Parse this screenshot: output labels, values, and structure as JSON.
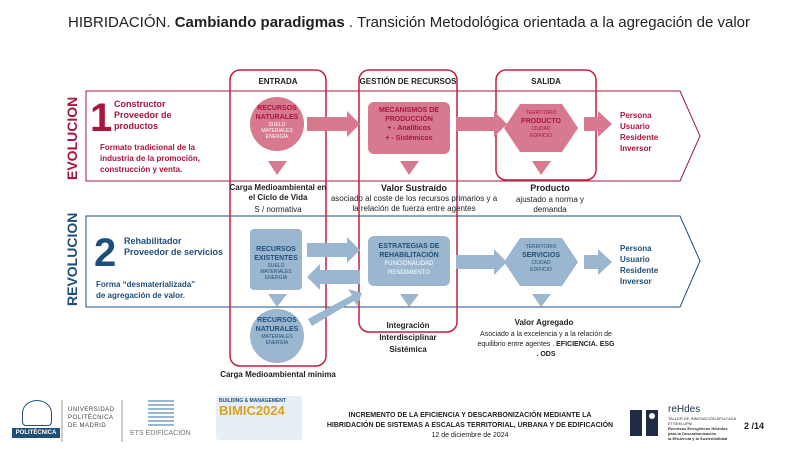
{
  "title": {
    "prefix": "HIBRIDACIÓN.",
    "bold": "Cambiando paradigmas",
    "rest": ". Transición Metodológica orientada a la agregación de valor"
  },
  "columns": {
    "entrada": "ENTRADA",
    "gestion": "GESTIÓN DE RECURSOS",
    "salida": "SALIDA"
  },
  "row1": {
    "side": "EVOLUCION",
    "number": "1",
    "role_title": "Constructor",
    "role_sub": "Proveedor de productos",
    "description": "Formato tradicional de la industria de la promoción, construcción y venta.",
    "input_title": "RECURSOS NATURALES",
    "input_sub": [
      "SUELO",
      "MATERIALES",
      "ENERGÍA"
    ],
    "process_title": "MECANISMOS DE PRODUCCIÓN",
    "process_lines": [
      "+ - Analíticos",
      "+ - Sistémicos"
    ],
    "output_top": "TERRITORIO",
    "output_title": "PRODUCTO",
    "output_sub": [
      "CIUDAD",
      "EDIFICIO"
    ],
    "actors": [
      "Persona",
      "Usuario",
      "Residente",
      "Inversor"
    ],
    "input_note": "Carga Medioambiental en el Ciclo de Vida",
    "input_note_sub": "S / normativa",
    "process_note": "Valor Sustraído",
    "process_note_sub": "asociado al coste de los recursos primarios y a la relación de fuerza entre agentes",
    "output_note": "Producto",
    "output_note_sub": "ajustado a norma y demanda"
  },
  "row2": {
    "side": "REVOLUCION",
    "number": "2",
    "role_title": "Rehabilitador",
    "role_sub": "Proveedor de servicios",
    "description_pre": "Forma “desmaterializada”",
    "description_post": "de agregación de valor.",
    "input1_title": "RECURSOS EXISTENTES",
    "input1_sub": [
      "SUELO",
      "MATERIALES",
      "ENERGÍA"
    ],
    "input2_title": "RECURSOS NATURALES",
    "input2_sub": [
      "MATERIALES",
      "ENERGÍA"
    ],
    "process_title": "ESTRATEGIAS DE REHABILITACIÓN",
    "process_lines": [
      "FUNCIONALIDAD",
      "RENDIMIENTO"
    ],
    "output_top": "TERRITORIO",
    "output_title": "SERVICIOS",
    "output_sub": [
      "CIUDAD",
      "EDIFICIO"
    ],
    "actors": [
      "Persona",
      "Usuario",
      "Residente",
      "Inversor"
    ],
    "input_note": "Carga Medioambiental mínima",
    "process_note": "Integración Interdisciplinar Sistémica",
    "output_note": "Valor Agregado",
    "output_note_sub": "Asociado a la excelencia y a la relación de equilibrio entre agentes .",
    "output_note_bold": "EFICIENCIA. ESG . ODS"
  },
  "footer": {
    "upm_lines": [
      "UNIVERSIDAD",
      "POLITÉCNICA",
      "DE MADRID"
    ],
    "upm_badge": "POLITÉCNICA",
    "ets": "ETS EDIFICACIÓN",
    "bimic_top": "BUILDING & MANAGEMENT",
    "bimic": "BIMIC2024",
    "center_lines": [
      "INCREMENTO DE LA EFICIENCIA Y DESCARBONIZACIÓN MEDIANTE LA",
      "HIBRIDACIÓN DE SISTEMAS A ESCALAS TERRITORIAL, URBANA Y DE EDIFICACIÓN",
      "12 de diciembre de 2024"
    ],
    "rehdes": "reHdes",
    "rehdes_sub": [
      "TALLER DE INNOVACIÓN APLICADA",
      "ETSEM-UPM",
      "Recursos Energéticos Híbridos",
      "para la Descarbonización",
      "la Eficiencia y la Sostenibilidad"
    ],
    "page": "2 /14"
  },
  "colors": {
    "red": "#a8143c",
    "pink": "#d7798f",
    "blue": "#1f4e79",
    "lightblue": "#9bb7cf"
  }
}
